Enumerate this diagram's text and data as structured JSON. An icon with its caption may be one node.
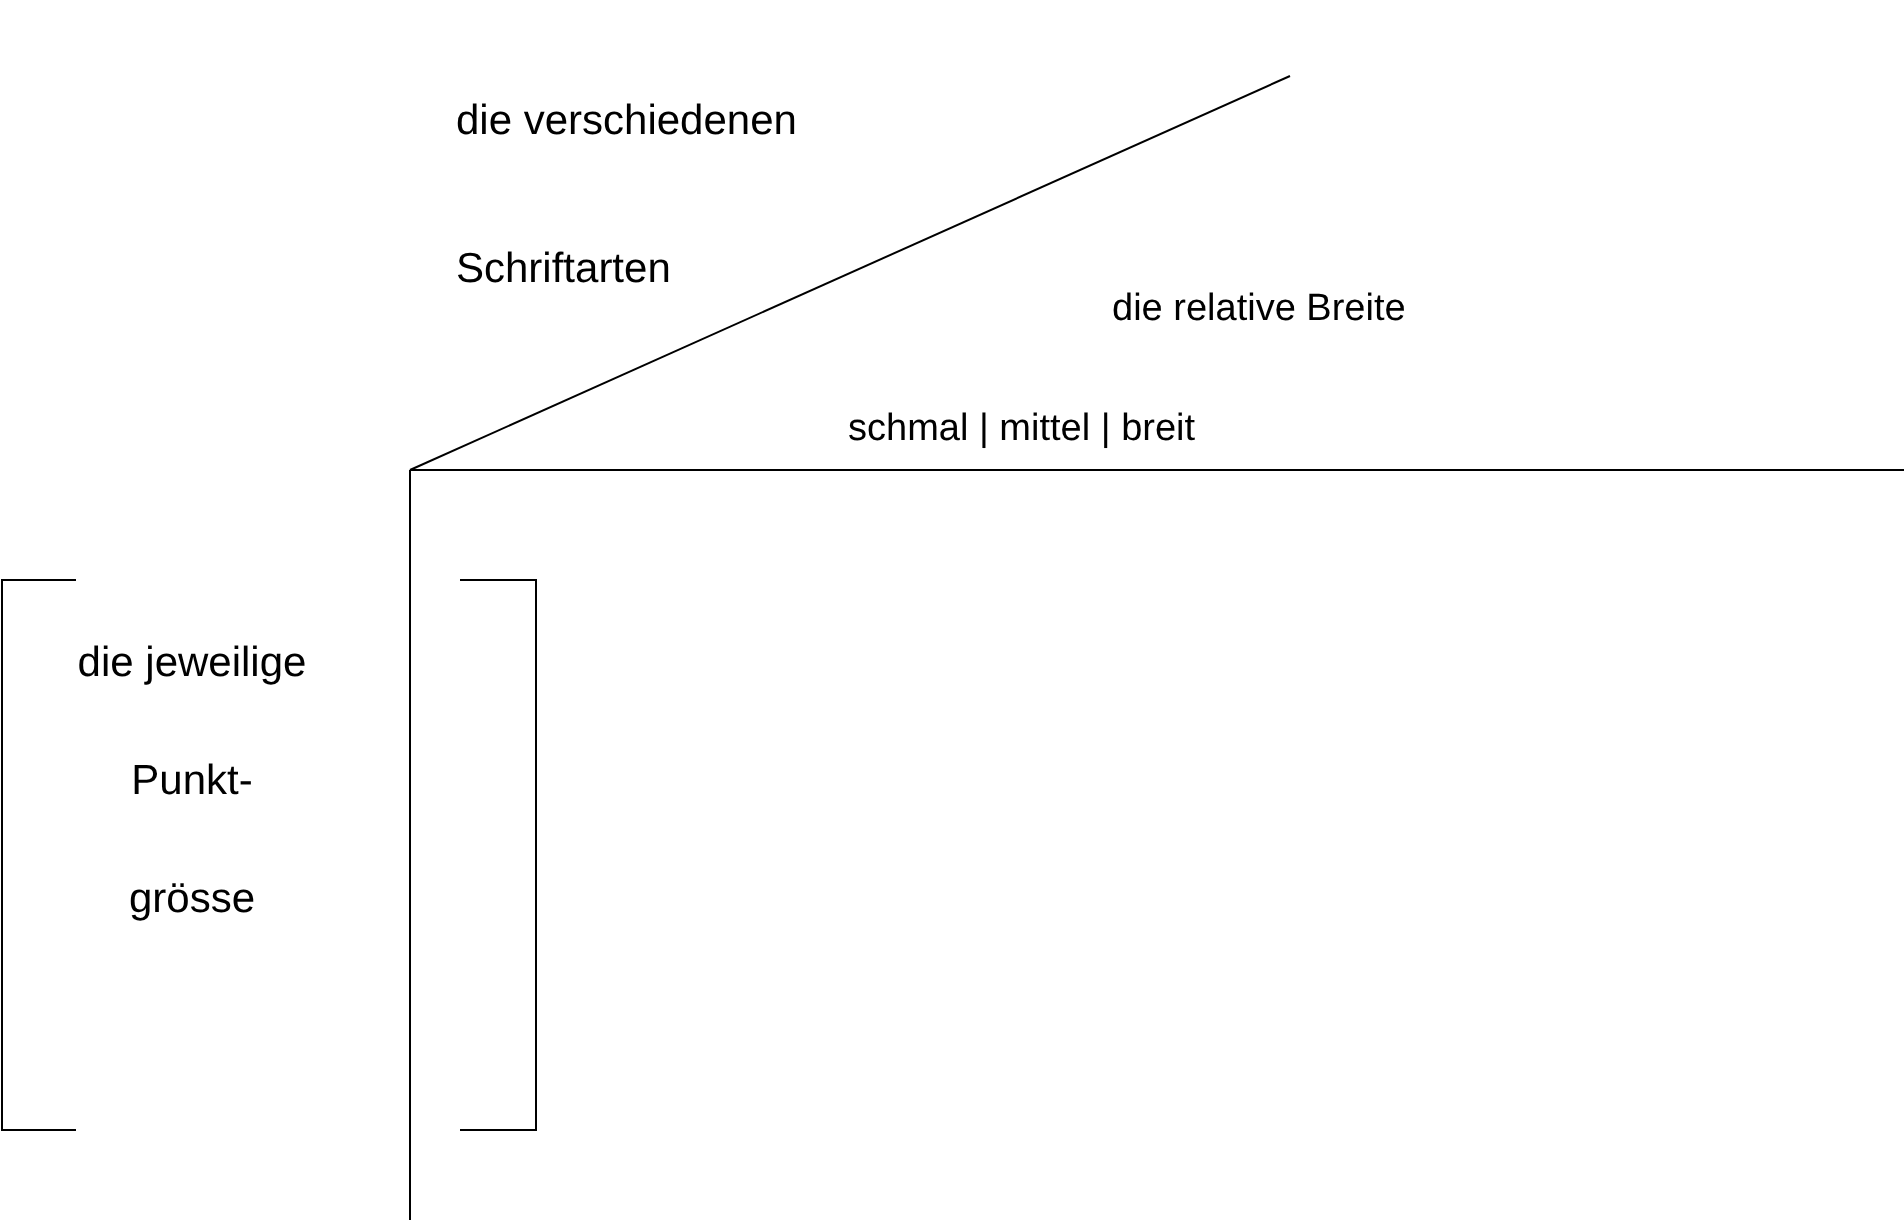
{
  "diagram": {
    "labels": [
      "die verschiedenen Schriftarten",
      "die relative Breite",
      "schmal | mittel | breit",
      "die jeweilige Punkt- grösse"
    ]
  }
}
